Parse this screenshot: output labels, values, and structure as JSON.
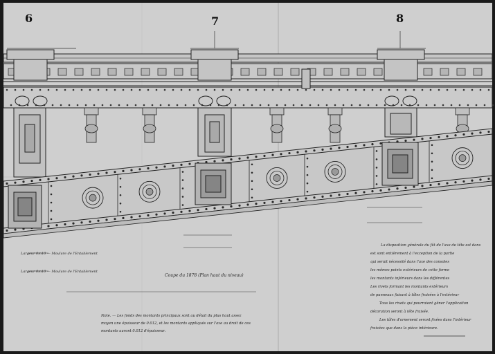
{
  "sheet": {
    "paper_color": "#cfcfcf",
    "ink_color": "#1e1e1e",
    "bay_numbers": [
      "6",
      "7",
      "8"
    ],
    "note_right": [
      "La disposition générale du fût de l'axe de tête est dans",
      "est sont entièrement à l'exception de la partie",
      "qui serait nécessité dans l'axe des consoles",
      "les mêmes points extérieurs de cette forme",
      "les montants inférieurs dans les différentes",
      "Les rivets formant les montants extérieurs",
      "de panneaux faisant à tôles fraisées à l'extérieur",
      "Tous les rivets qui pourraient gêner l'application",
      "décoration seront à tête fraisée.",
      "Les tôles d'ornement seront fixées dans l'intérieur",
      "fraisées que dans la pièce intérieure."
    ],
    "note_bottom": [
      "Note. — Les fonds des montants principaux sont au détail du plus haut assez",
      "moyen une épaisseur de 0.012, et les montants appliqués sur l'axe au droit de ces",
      "montants auront 0.012 d'épaisseur."
    ],
    "label_scale": "Coupe du 1878 (Plan haut du niveau)",
    "label_left_1": "Largeur 0m10 — Moulure de l'Entablement",
    "label_left_2": "Largeur 0m10 — Moulure de l'Entablement"
  }
}
